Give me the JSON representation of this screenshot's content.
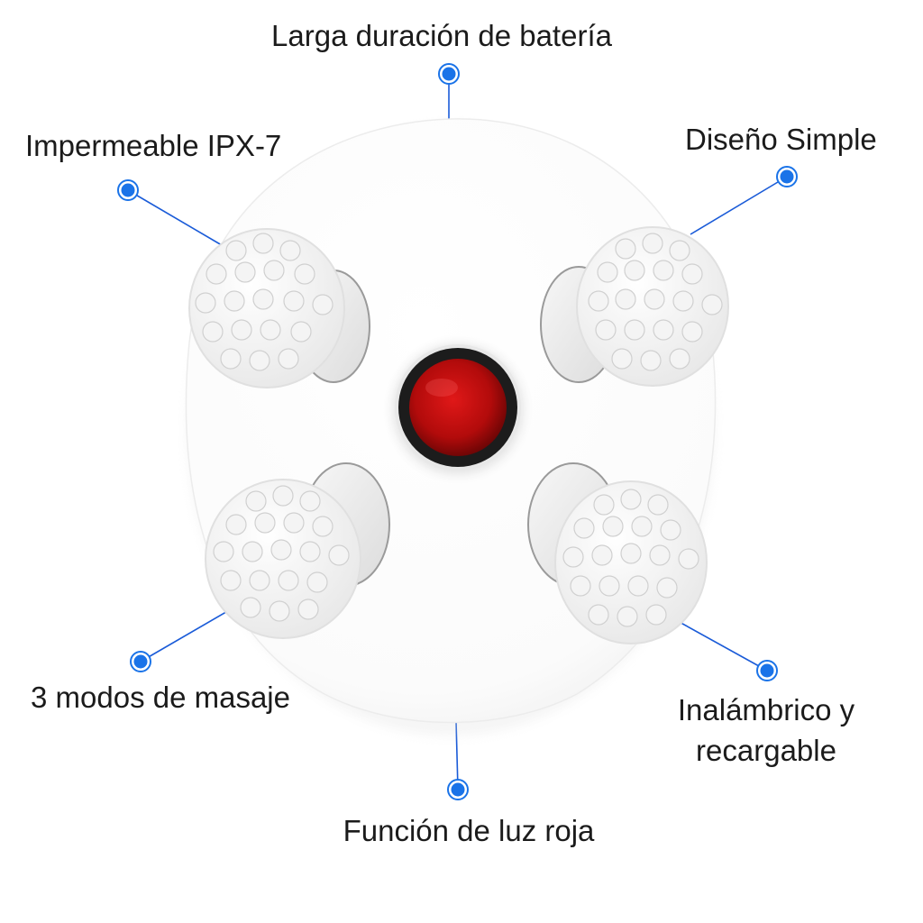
{
  "features": {
    "battery": "Larga duración de batería",
    "waterproof": "Impermeable IPX-7",
    "design": "Diseño Simple",
    "modes": "3 modos de masaje",
    "wireless": "Inalámbrico y recargable",
    "red_light": "Función de luz roja"
  },
  "colors": {
    "callout_dot": "#1a73e8",
    "callout_line": "#1a5bd8",
    "body": "#ffffff",
    "red_light": "#c40d0d",
    "text": "#1b1b1b"
  },
  "icons": {
    "product": "scalp-massager-icon",
    "callout": "callout-dot-icon"
  }
}
